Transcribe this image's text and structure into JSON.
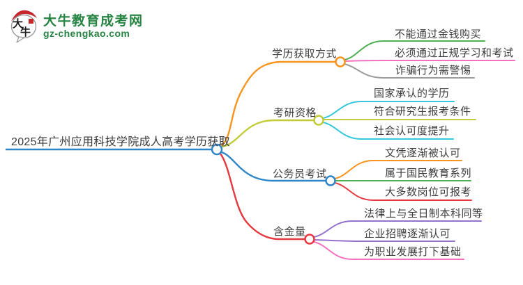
{
  "logo": {
    "title": "大牛教育成考网",
    "domain": "gz-chengkao.com",
    "icon_text_top": "大",
    "icon_text_bottom": "牛",
    "brand_color": "#268442",
    "seal_color": "#c5272d"
  },
  "colors": {
    "blue": "#2e86c8",
    "orange": "#f7941e",
    "olive": "#c2cb38",
    "cyan": "#35c8dc",
    "green": "#4caf50",
    "pink": "#f470bf",
    "gray": "#9c9c9c",
    "red": "#e5383e",
    "purple": "#9472cc",
    "text": "#3d3d3d"
  },
  "mindmap": {
    "root": {
      "label": "2025年广州应用科技学院成人高考学历获取",
      "color": "#2e86c8"
    },
    "branches": [
      {
        "label": "学历获取方式",
        "color": "#f7941e",
        "children": [
          {
            "label": "不能通过金钱购买",
            "color": "#4caf50"
          },
          {
            "label": "必须通过正规学习和考试",
            "color": "#f470bf"
          },
          {
            "label": "诈骗行为需警惕",
            "color": "#9c9c9c"
          }
        ]
      },
      {
        "label": "考研资格",
        "color": "#c2cb38",
        "children": [
          {
            "label": "国家承认的学历",
            "color": "#35c8dc"
          },
          {
            "label": "符合研究生报考条件",
            "color": "#c2cb38"
          },
          {
            "label": "社会认可度提升",
            "color": "#35c8dc"
          }
        ]
      },
      {
        "label": "公务员考试",
        "color": "#2e86c8",
        "children": [
          {
            "label": "文凭逐渐被认可",
            "color": "#f7941e"
          },
          {
            "label": "属于国民教育系列",
            "color": "#4caf50"
          },
          {
            "label": "大多数岗位可报考",
            "color": "#e5383e"
          }
        ]
      },
      {
        "label": "含金量",
        "color": "#e5383e",
        "children": [
          {
            "label": "法律上与全日制本科同等",
            "color": "#9472cc"
          },
          {
            "label": "企业招聘逐渐认可",
            "color": "#9472cc"
          },
          {
            "label": "为职业发展打下基础",
            "color": "#f470bf"
          }
        ]
      }
    ]
  }
}
